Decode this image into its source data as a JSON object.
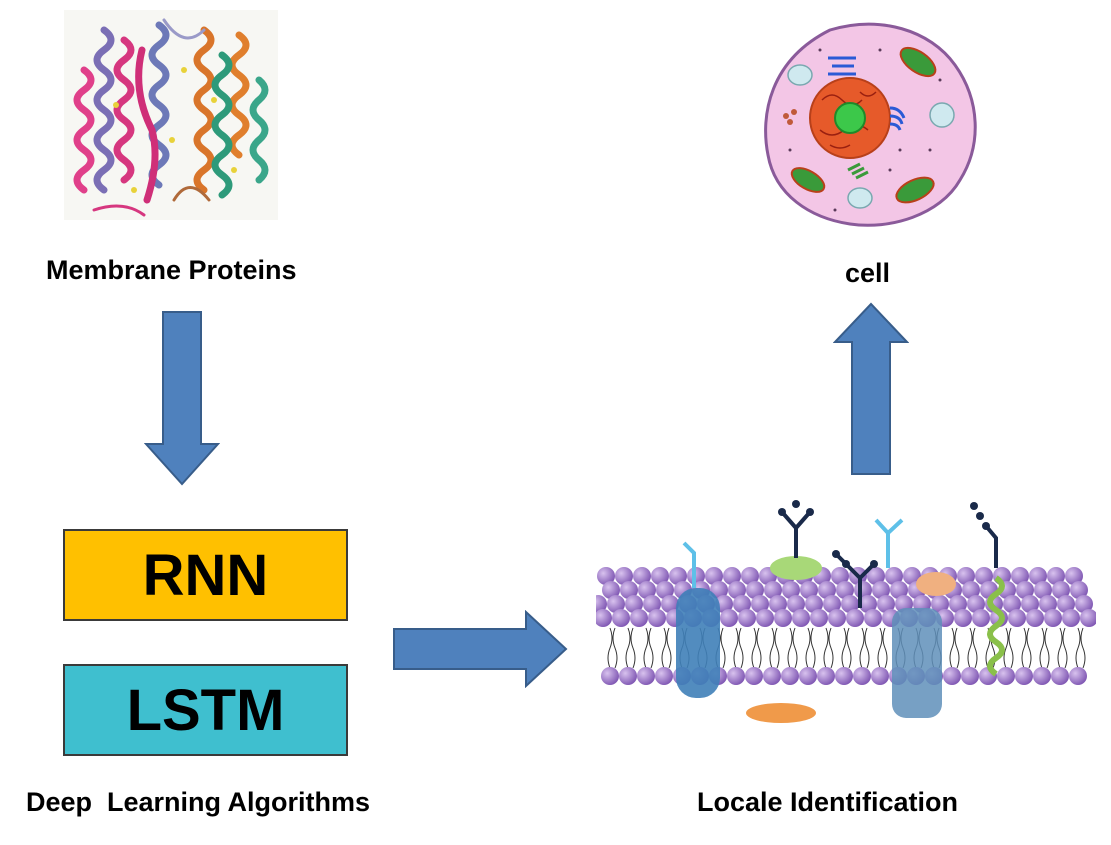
{
  "labels": {
    "membrane_proteins": "Membrane Proteins",
    "cell": "cell",
    "deep_learning": "Deep  Learning Algorithms",
    "locale_identification": "Locale Identification"
  },
  "algorithms": {
    "rnn": "RNN",
    "lstm": "LSTM"
  },
  "colors": {
    "arrow_fill": "#4f81bd",
    "arrow_stroke": "#385d8a",
    "rnn_box": "#ffc000",
    "lstm_box": "#3fbfcf",
    "membrane_head": "#9b72c8",
    "cell_body": "#f3c6e6",
    "nucleus": "#e65a2a"
  },
  "icons": {
    "protein": "protein-ribbon-illustration",
    "cell": "animal-cell-illustration",
    "membrane": "lipid-bilayer-illustration"
  }
}
